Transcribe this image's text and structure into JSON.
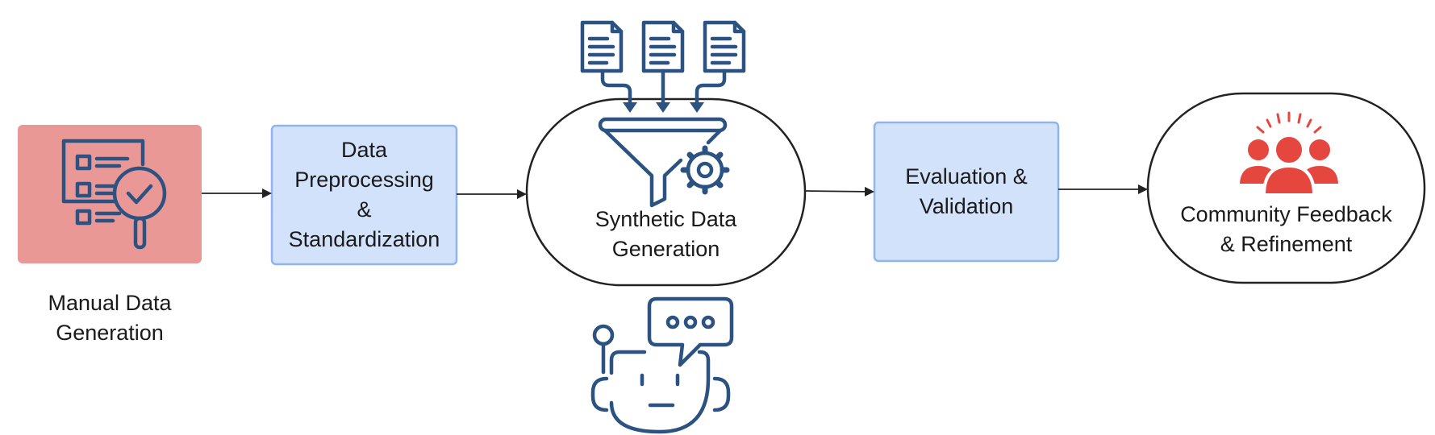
{
  "nodes": {
    "manual": {
      "label_line1": "Manual Data",
      "label_line2": "Generation"
    },
    "preprocess": {
      "line1": "Data",
      "line2": "Preprocessing",
      "line3": "&",
      "line4": "Standardization"
    },
    "synthetic": {
      "line1": "Synthetic Data",
      "line2": "Generation"
    },
    "evaluation": {
      "line1": "Evaluation &",
      "line2": "Validation"
    },
    "community": {
      "line1": "Community Feedback",
      "line2": "& Refinement"
    }
  },
  "colors": {
    "manual_fill": "#e99896",
    "process_fill": "#d3e2fb",
    "process_border": "#8fb4f0",
    "icon_navy": "#2c5282",
    "community_red": "#e5473f",
    "outline": "#222222"
  },
  "icons": {
    "manual": "checklist-magnifier-icon",
    "documents": "document-icon",
    "funnel": "funnel-gear-icon",
    "robot": "chatbot-icon",
    "community": "community-group-icon"
  }
}
